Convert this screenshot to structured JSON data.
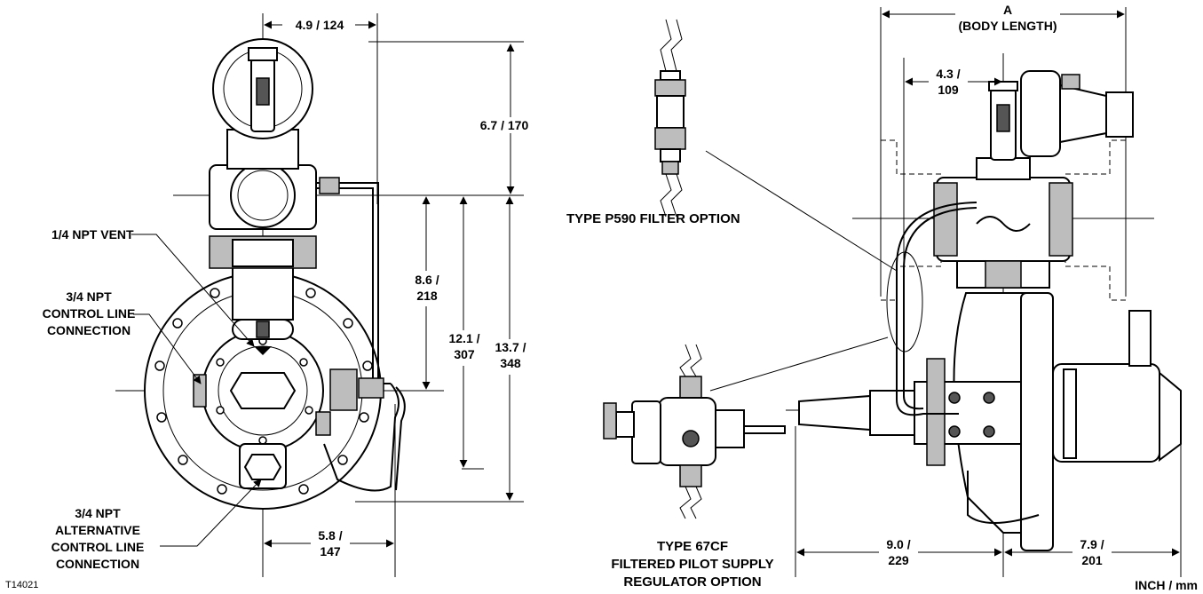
{
  "drawing_id": "T14021",
  "units_note": "INCH / mm",
  "front_view": {
    "dim_top_width": "4.9 / 124",
    "dim_top_height": "6.7 / 170",
    "dim_mid_line1": "8.6 /",
    "dim_mid_line2": "218",
    "dim_inner_line1": "12.1 /",
    "dim_inner_line2": "307",
    "dim_outer_line1": "13.7 /",
    "dim_outer_line2": "348",
    "dim_bottom_line1": "5.8 /",
    "dim_bottom_line2": "147",
    "callout_vent": "1/4 NPT VENT",
    "callout_control_line1": "3/4 NPT",
    "callout_control_line2": "CONTROL LINE",
    "callout_control_line3": "CONNECTION",
    "callout_alt_line1": "3/4 NPT",
    "callout_alt_line2": "ALTERNATIVE",
    "callout_alt_line3": "CONTROL LINE",
    "callout_alt_line4": "CONNECTION"
  },
  "options": {
    "filter_label": "TYPE P590 FILTER OPTION",
    "regulator_line1": "TYPE 67CF",
    "regulator_line2": "FILTERED PILOT SUPPLY",
    "regulator_line3": "REGULATOR OPTION"
  },
  "side_view": {
    "dim_body_line1": "A",
    "dim_body_line2": "(BODY LENGTH)",
    "dim_pilot_line1": "4.3 /",
    "dim_pilot_line2": "109",
    "dim_left_line1": "9.0 /",
    "dim_left_line2": "229",
    "dim_right_line1": "7.9 /",
    "dim_right_line2": "201"
  }
}
